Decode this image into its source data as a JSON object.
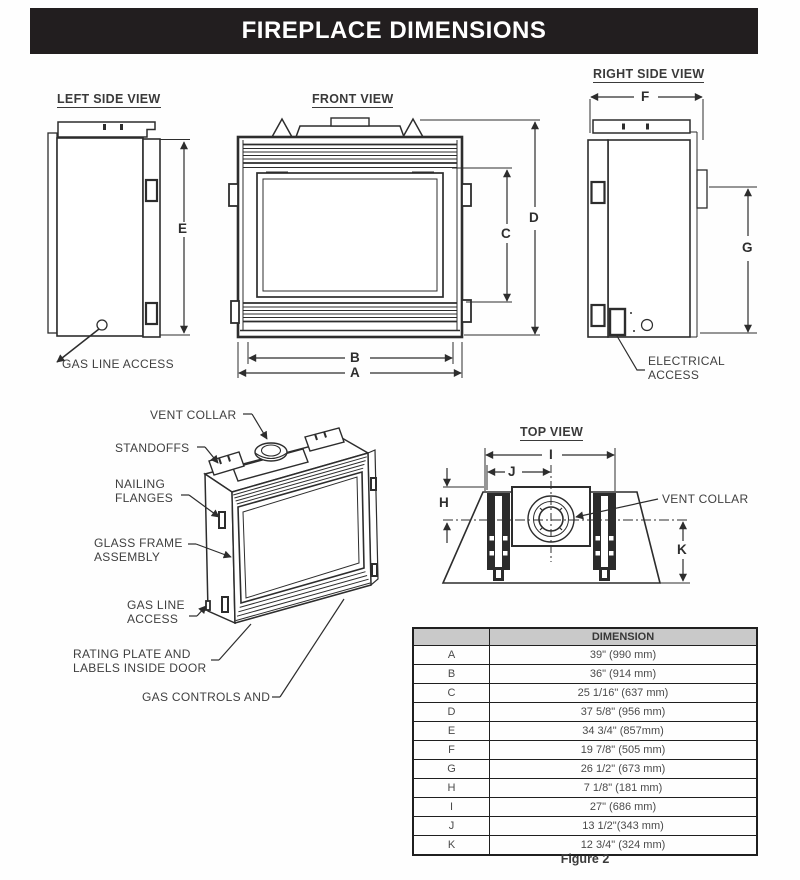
{
  "title": "FIREPLACE DIMENSIONS",
  "views": {
    "left_side": {
      "title": "LEFT SIDE VIEW",
      "callouts": {
        "gas_line_access": "GAS LINE ACCESS"
      }
    },
    "front": {
      "title": "FRONT VIEW"
    },
    "right_side": {
      "title": "RIGHT SIDE VIEW",
      "callouts": {
        "electrical_access_line1": "ELECTRICAL",
        "electrical_access_line2": "ACCESS"
      }
    },
    "top": {
      "title": "TOP VIEW",
      "callouts": {
        "vent_collar": "VENT COLLAR"
      }
    },
    "isometric": {
      "callouts": {
        "vent_collar": "VENT COLLAR",
        "standoffs": "STANDOFFS",
        "nailing_flanges_line1": "NAILING",
        "nailing_flanges_line2": "FLANGES",
        "glass_frame_line1": "GLASS FRAME",
        "glass_frame_line2": "ASSEMBLY",
        "gas_line_access_line1": "GAS LINE",
        "gas_line_access_line2": "ACCESS",
        "rating_plate_line1": "RATING PLATE AND",
        "rating_plate_line2": "LABELS INSIDE DOOR",
        "gas_controls": "GAS CONTROLS AND"
      }
    }
  },
  "dimension_letters": {
    "a": "A",
    "b": "B",
    "c": "C",
    "d": "D",
    "e": "E",
    "f": "F",
    "g": "G",
    "h": "H",
    "i": "I",
    "j": "J",
    "k": "K"
  },
  "table": {
    "header_dimension": "DIMENSION",
    "rows": [
      {
        "letter": "A",
        "value": "39\" (990 mm)"
      },
      {
        "letter": "B",
        "value": "36\" (914 mm)"
      },
      {
        "letter": "C",
        "value": "25 1/16\" (637 mm)"
      },
      {
        "letter": "D",
        "value": "37 5/8\" (956 mm)"
      },
      {
        "letter": "E",
        "value": "34 3/4\" (857mm)"
      },
      {
        "letter": "F",
        "value": "19 7/8\" (505 mm)"
      },
      {
        "letter": "G",
        "value": "26 1/2\" (673 mm)"
      },
      {
        "letter": "H",
        "value": "7 1/8\" (181 mm)"
      },
      {
        "letter": "I",
        "value": "27\" (686 mm)"
      },
      {
        "letter": "J",
        "value": "13 1/2\"(343 mm)"
      },
      {
        "letter": "K",
        "value": "12 3/4\" (324 mm)"
      }
    ]
  },
  "figure_caption": "Figure 2",
  "colors": {
    "title_bar_bg": "#221e1f",
    "title_text": "#ffffff",
    "line": "#2d2d2d",
    "label_text": "#3f3f3f",
    "table_header_bg": "#c9c9c9"
  }
}
